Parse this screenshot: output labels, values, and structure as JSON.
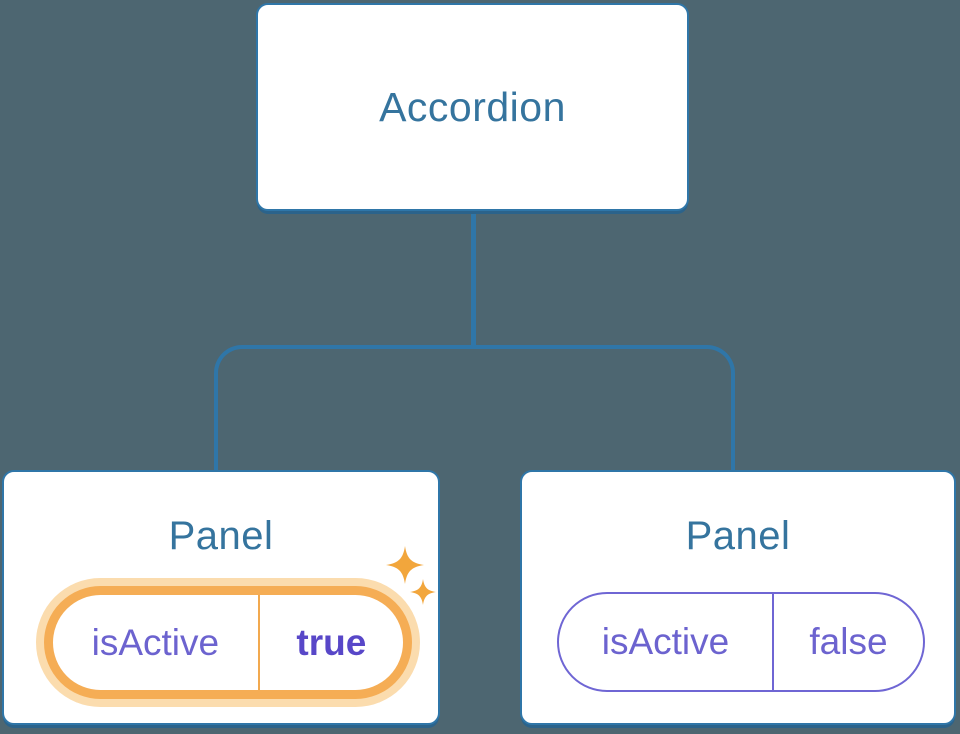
{
  "diagram": {
    "description": "Component tree diagram showing an Accordion parent sharing isActive state with two Panel children",
    "root": {
      "label": "Accordion"
    },
    "panels": [
      {
        "label": "Panel",
        "state_name": "isActive",
        "state_value": "true",
        "active": true,
        "highlight": "orange-glow-with-sparkles"
      },
      {
        "label": "Panel",
        "state_name": "isActive",
        "state_value": "false",
        "active": false,
        "highlight": "none"
      }
    ],
    "icons": [
      "sparkle-icon",
      "sparkle-icon"
    ]
  },
  "colors": {
    "page-bg": "#4D6671",
    "line": "#2F76A8",
    "node-border": "#2F76A8",
    "node-shadow": "#2B638B",
    "node-bg": "#ffffff",
    "node-text": "#35749E",
    "purple": "#6C63CF",
    "purple-dark": "#5847C8",
    "purple-border": "#6F66D4",
    "orange": "#F5AD55",
    "orange-halo": "#FBDCAE",
    "orange-divider": "#F2A94F",
    "sparkle": "#F2A63C"
  }
}
